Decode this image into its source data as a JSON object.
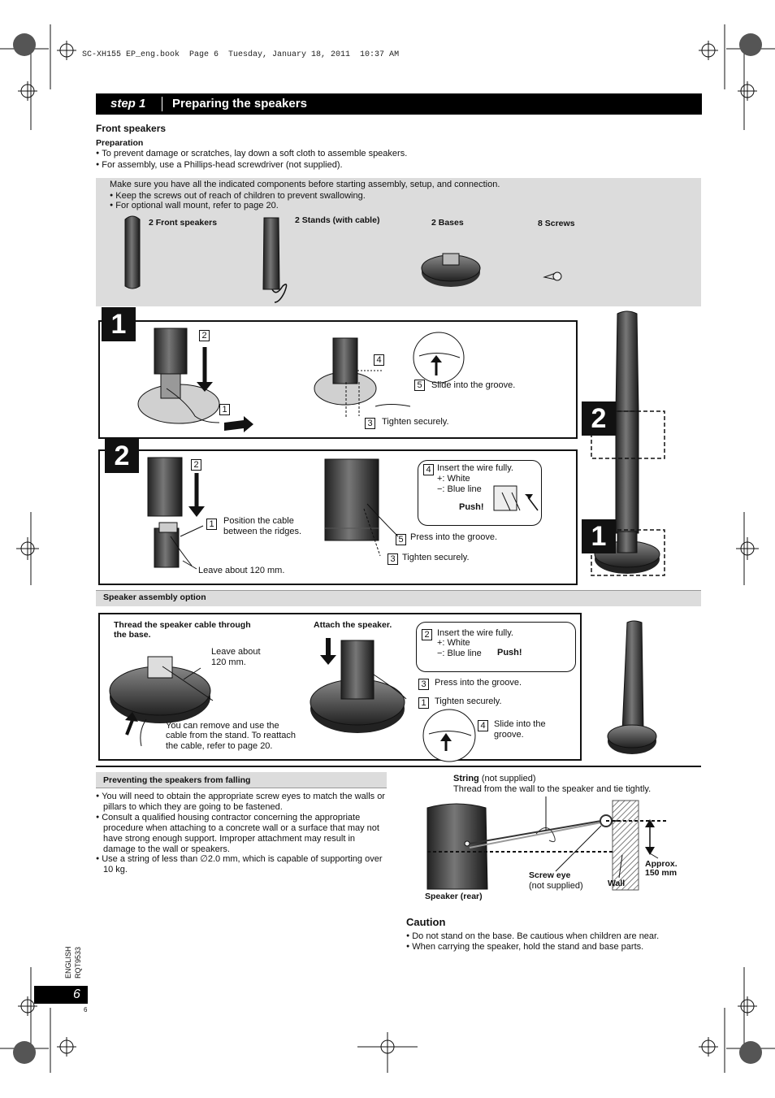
{
  "file_header": "SC-XH155 EP_eng.book  Page 6  Tuesday, January 18, 2011  10:37 AM",
  "title_bar": {
    "step": "step 1",
    "title": "Preparing the speakers"
  },
  "front_speakers": {
    "heading": "Front speakers",
    "prep_heading": "Preparation",
    "prep_bullets": [
      "To prevent damage or scratches, lay down a soft cloth to assemble speakers.",
      "For assembly, use a Phillips-head screwdriver (not supplied)."
    ]
  },
  "components": {
    "intro": "Make sure you have all the indicated components before starting assembly, setup, and connection.",
    "bullets": [
      "Keep the screws out of reach of children to prevent swallowing.",
      "For optional wall mount, refer to page 20."
    ],
    "items": [
      "2 Front speakers",
      "2 Stands (with cable)",
      "2 Bases",
      "8 Screws"
    ]
  },
  "step1_box": {
    "number": "1",
    "label_2": "2",
    "label_1": "1",
    "label_4": "4",
    "label_5": "5",
    "label_3": "3",
    "slide": "Slide into the groove.",
    "tighten": "Tighten securely."
  },
  "step2_box": {
    "number": "2",
    "label_2": "2",
    "label_1": "1",
    "label_4": "4",
    "label_5": "5",
    "label_3": "3",
    "position_line1": "Position the cable",
    "position_line2": "between the ridges.",
    "leave": "Leave about 120 mm.",
    "insert": "Insert the wire fully.",
    "plus": "+: White",
    "minus": "−: Blue line",
    "push": "Push!",
    "press": "Press into the groove.",
    "tighten": "Tighten securely."
  },
  "side_labels": {
    "upper": "2",
    "lower": "1"
  },
  "assembly_option": {
    "heading": "Speaker assembly option",
    "thread_line1": "Thread the speaker cable through",
    "thread_line2": "the base.",
    "attach": "Attach the speaker.",
    "leave_line1": "Leave about",
    "leave_line2": "120 mm.",
    "remove_line1": "You can remove and use the",
    "remove_line2": "cable from the stand. To reattach",
    "remove_line3": "the cable, refer to page 20.",
    "label_2": "2",
    "label_3": "3",
    "label_1": "1",
    "label_4": "4",
    "insert": "Insert the wire fully.",
    "plus": "+: White",
    "minus": "−: Blue line",
    "push": "Push!",
    "press": "Press into the groove.",
    "tighten": "Tighten securely.",
    "slide_line1": "Slide into the",
    "slide_line2": "groove."
  },
  "falling": {
    "heading": "Preventing the speakers from falling",
    "bullets": [
      [
        "You will need to obtain the appropriate screw eyes to match the walls or",
        "pillars to which they are going to be fastened."
      ],
      [
        "Consult a qualified housing contractor concerning the appropriate",
        "procedure when attaching to a concrete wall or a surface that may not",
        "have strong enough support. Improper attachment may result in",
        "damage to the wall or speakers."
      ],
      [
        "Use a string of less than ∅2.0 mm, which is capable of supporting over",
        "10 kg."
      ]
    ]
  },
  "diagram": {
    "string_bold": "String",
    "string_rest": " (not supplied)",
    "thread": "Thread from the wall to the speaker and tie tightly.",
    "screw_eye": "Screw eye",
    "not_supplied": "(not supplied)",
    "wall": "Wall",
    "approx_line1": "Approx.",
    "approx_line2": "150 mm",
    "speaker_rear": "Speaker (rear)"
  },
  "caution": {
    "heading": "Caution",
    "bullets": [
      "Do not stand on the base. Be cautious when children are near.",
      "When carrying the speaker, hold the stand and base parts."
    ]
  },
  "footer": {
    "lang": "ENGLISH",
    "code": "RQT9533",
    "page": "6",
    "page_small": "6"
  }
}
